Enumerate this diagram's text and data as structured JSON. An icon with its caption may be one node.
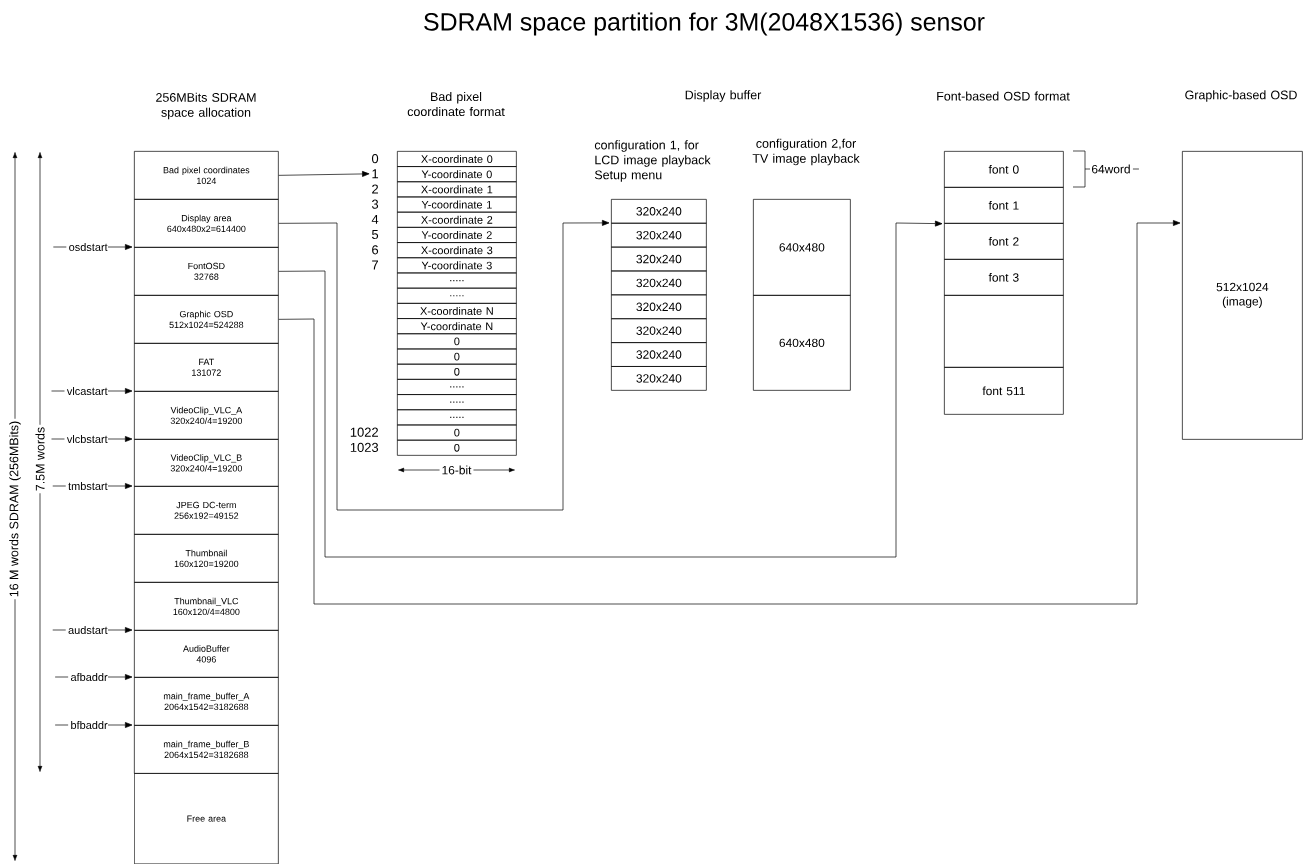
{
  "diagram": {
    "title": "SDRAM space partition for 3M(2048X1536) sensor",
    "nodes": [
      {
        "text": [
          "Bad pixel coordinates",
          "1024"
        ]
      },
      {
        "text": [
          "Display area",
          "640x480x2=614400"
        ]
      },
      {
        "text": [
          "FontOSD",
          "32768"
        ]
      },
      {
        "text": [
          "Graphic OSD",
          "512x1024=524288"
        ]
      },
      {
        "text": [
          "FAT",
          "131072"
        ]
      },
      {
        "text": [
          "VideoClip_VLC_A",
          "320x240/4=19200"
        ]
      },
      {
        "text": [
          "VideoClip_VLC_B",
          "320x240/4=19200"
        ]
      },
      {
        "text": [
          "JPEG DC-term",
          "256x192=49152"
        ]
      },
      {
        "text": [
          "Thumbnail",
          "160x120=19200"
        ]
      },
      {
        "text": [
          "Thumbnail_VLC",
          "160x120/4=4800"
        ]
      },
      {
        "text": [
          "AudioBuffer",
          "4096"
        ]
      },
      {
        "text": [
          "main_frame_buffer_A",
          "2064x1542=3182688"
        ]
      },
      {
        "text": [
          "main_frame_buffer_B",
          "2064x1542=3182688"
        ]
      },
      {
        "text": [
          "Free area"
        ]
      },
      {
        "text": [
          "osdstart"
        ]
      },
      {
        "text": [
          "vlcastart"
        ]
      },
      {
        "text": [
          "vlcbstart"
        ]
      },
      {
        "text": [
          "tmbstart"
        ]
      },
      {
        "text": [
          "audstart"
        ]
      },
      {
        "text": [
          "afbaddr"
        ]
      },
      {
        "text": [
          "bfbaddr"
        ]
      },
      {
        "text": [
          "X-coordinate 0"
        ],
        "beside": [
          "0"
        ]
      },
      {
        "text": [
          "Y-coordinate 0"
        ],
        "beside": [
          "1"
        ]
      },
      {
        "text": [
          "X-coordinate 1"
        ],
        "beside": [
          "2"
        ]
      },
      {
        "text": [
          "Y-coordinate 1"
        ],
        "beside": [
          "3"
        ]
      },
      {
        "text": [
          "X-coordinate 2"
        ],
        "beside": [
          "4"
        ]
      },
      {
        "text": [
          "Y-coordinate 2"
        ],
        "beside": [
          "5"
        ]
      },
      {
        "text": [
          "X-coordinate 3"
        ],
        "beside": [
          "6"
        ]
      },
      {
        "text": [
          "Y-coordinate 3"
        ],
        "beside": [
          "7"
        ]
      },
      {
        "text": [
          "....."
        ]
      },
      {
        "text": [
          "....."
        ]
      },
      {
        "text": [
          "X-coordinate N"
        ]
      },
      {
        "text": [
          "Y-coordinate N"
        ]
      },
      {
        "text": [
          "0"
        ]
      },
      {
        "text": [
          "0"
        ]
      },
      {
        "text": [
          "0"
        ]
      },
      {
        "text": [
          "....."
        ]
      },
      {
        "text": [
          "....."
        ]
      },
      {
        "text": [
          "....."
        ]
      },
      {
        "text": [
          "0"
        ],
        "beside": [
          "1022"
        ]
      },
      {
        "text": [
          "0"
        ],
        "beside": [
          "1023"
        ]
      },
      {
        "text": [
          "320x240"
        ]
      },
      {
        "text": [
          "320x240"
        ]
      },
      {
        "text": [
          "320x240"
        ]
      },
      {
        "text": [
          "320x240"
        ]
      },
      {
        "text": [
          "320x240"
        ]
      },
      {
        "text": [
          "320x240"
        ]
      },
      {
        "text": [
          "320x240"
        ]
      },
      {
        "text": [
          "320x240"
        ]
      },
      {
        "text": [
          "640x480"
        ]
      },
      {
        "text": [
          "640x480"
        ]
      },
      {
        "text": [
          "font 0"
        ]
      },
      {
        "text": [
          "font 1"
        ]
      },
      {
        "text": [
          "font 2"
        ]
      },
      {
        "text": [
          "font 3"
        ]
      },
      {
        "text": [],
        "shape": "box"
      },
      {
        "text": [
          "font 511"
        ]
      },
      {
        "text": [
          "512x1024 (image)"
        ]
      }
    ],
    "edges": [
      {
        "from": 0,
        "to": 22,
        "arrow": "to"
      },
      {
        "from": 1,
        "to": 42,
        "arrow": "to"
      },
      {
        "from": 2,
        "to": 52,
        "arrow": "to"
      },
      {
        "from": 3,
        "to": 57,
        "arrow": "to"
      },
      {
        "from": 14,
        "to": 2,
        "arrow": "to"
      },
      {
        "from": 15,
        "to": 5,
        "arrow": "to"
      },
      {
        "from": 16,
        "to": 6,
        "arrow": "to"
      },
      {
        "from": 17,
        "to": 7,
        "arrow": "to"
      },
      {
        "from": 18,
        "to": 10,
        "arrow": "to"
      },
      {
        "from": 19,
        "to": 11,
        "arrow": "to"
      },
      {
        "from": 20,
        "to": 12,
        "arrow": "to"
      }
    ],
    "labels": [
      "256MBits SDRAM space allocation",
      "Bad pixel coordinate format",
      "Display buffer",
      "Font-based OSD format",
      "Graphic-based OSD",
      "configuration 1, for LCD image playback Setup menu",
      "configuration 2,for TV image playback",
      "64word",
      "16 M words SDRAM (256MBits)",
      "7.5M words",
      "16-bit"
    ]
  }
}
